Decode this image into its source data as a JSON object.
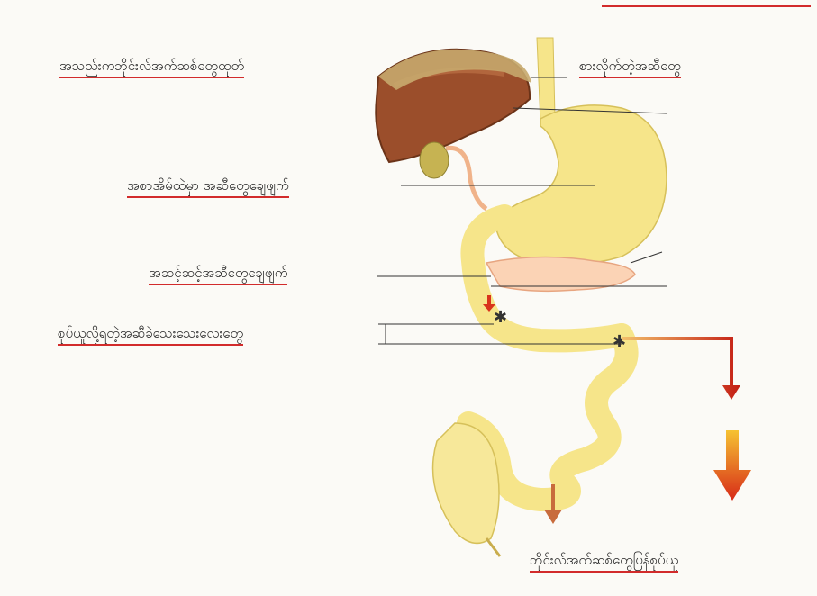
{
  "labels": {
    "liver_bile": "အသည်းကဘိုင်းလ်အက်ဆစ်တွေထုတ်",
    "eaten_food": "စားလိုက်တဲ့အဆီတွေ",
    "stomach_fat": "အစာအိမ်ထဲမှာ အဆီတွေချေဖျက်",
    "pancreas_fat": "အဆင့်ဆင့်အဆီတွေချေဖျက်",
    "absorb_small": "စုပ်ယူလို့ရတဲ့အဆီခဲသေးသေးလေးတွေ",
    "bile_reabsorb": "ဘိုင်းလ်အက်ဆစ်တွေပြန်စုပ်ယူ"
  },
  "colors": {
    "label_underline": "#d22b2b",
    "liver": "#a0522d",
    "gut": "#f6e58a",
    "arrow": "#d9341c"
  }
}
